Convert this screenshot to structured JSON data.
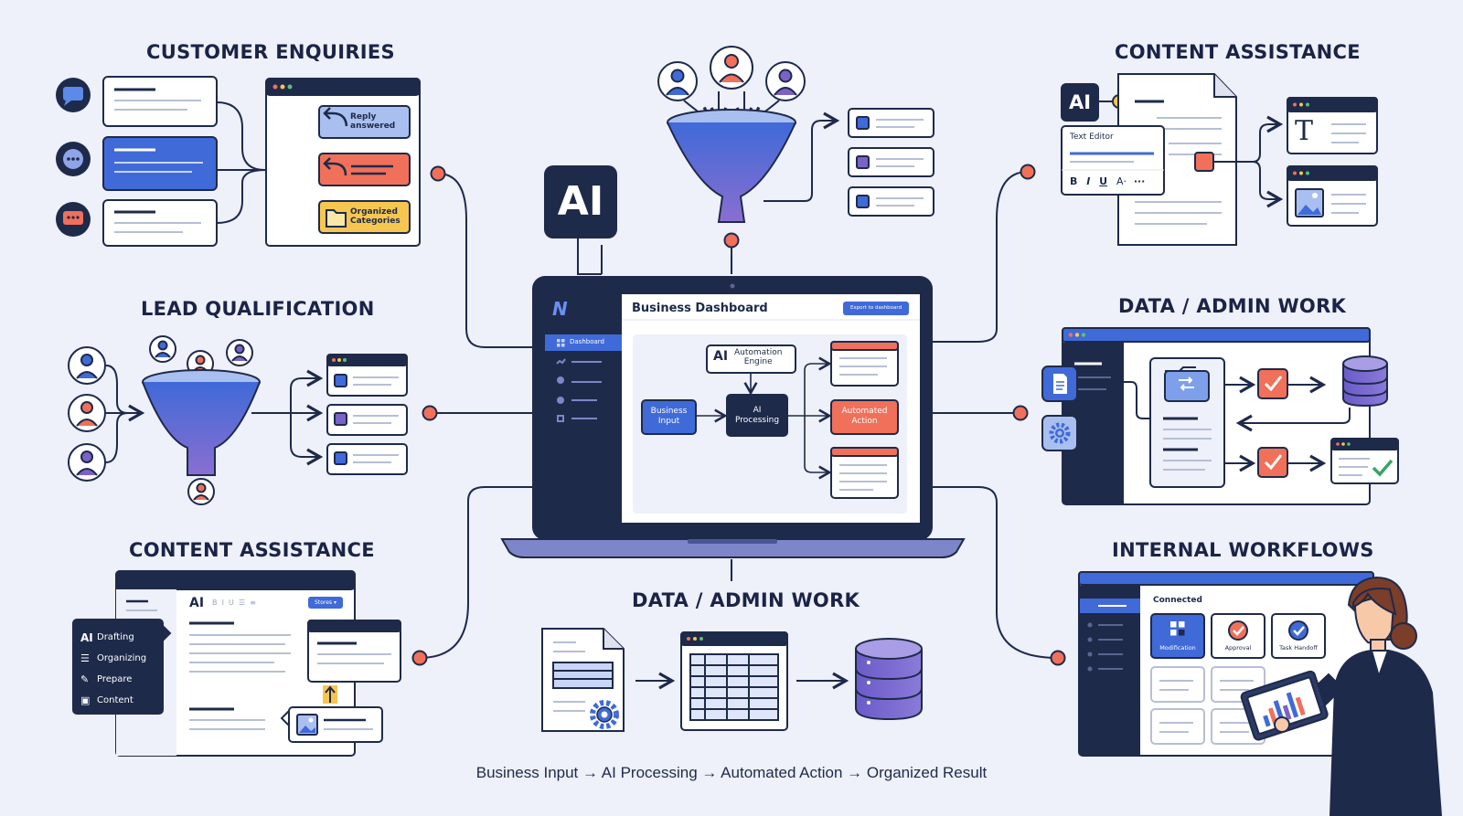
{
  "headings": {
    "customer_enquiries": "CUSTOMER ENQUIRIES",
    "lead_qualification": "LEAD QUALIFICATION",
    "content_assistance_left": "CONTENT ASSISTANCE",
    "content_assistance_right": "CONTENT ASSISTANCE",
    "data_admin_right": "DATA / ADMIN WORK",
    "data_admin_center": "DATA / ADMIN WORK",
    "internal_workflows": "INTERNAL WORKFLOWS"
  },
  "enquiries": {
    "reply_line1": "Reply",
    "reply_line2": "answered",
    "organized_line1": "Organized",
    "organized_line2": "Categories"
  },
  "ai_badge": "AI",
  "dashboard": {
    "logo": "N",
    "title": "Business Dashboard",
    "export_button": "Export to dashboard",
    "nav_active": "Dashboard",
    "engine_prefix": "AI",
    "engine_line1": "Automation",
    "engine_line2": "Engine",
    "input_line1": "Business",
    "input_line2": "Input",
    "processing_line1": "AI",
    "processing_line2": "Processing",
    "action_line1": "Automated",
    "action_line2": "Action"
  },
  "content_right": {
    "ai_badge": "AI",
    "text_editor_label": "Text Editor",
    "toolbar_b": "B",
    "toolbar_i": "I",
    "toolbar_u": "U",
    "toolbar_a": "A·",
    "toolbar_more": "···",
    "t_glyph": "T"
  },
  "content_left": {
    "editor_ai": "AI",
    "toolbar": "B  I  U  ☰  ≡",
    "dropdown": "Stores ▾",
    "menu_items": [
      {
        "icon": "AI",
        "label": "Drafting"
      },
      {
        "icon": "☰",
        "label": "Organizing"
      },
      {
        "icon": "✎",
        "label": "Prepare"
      },
      {
        "icon": "▣",
        "label": "Content"
      }
    ]
  },
  "workflows": {
    "connected_label": "Connected",
    "card1": "Modification",
    "card2": "Approval",
    "card3": "Task Handoff"
  },
  "caption": "Business Input → AI Processing → Automated Action → Organized Result",
  "colors": {
    "navy": "#1e2a4a",
    "blue": "#3f6ad8",
    "purple": "#7b62c6",
    "coral": "#f0705a",
    "gold": "#f6c64f",
    "background": "#eef0fa"
  }
}
